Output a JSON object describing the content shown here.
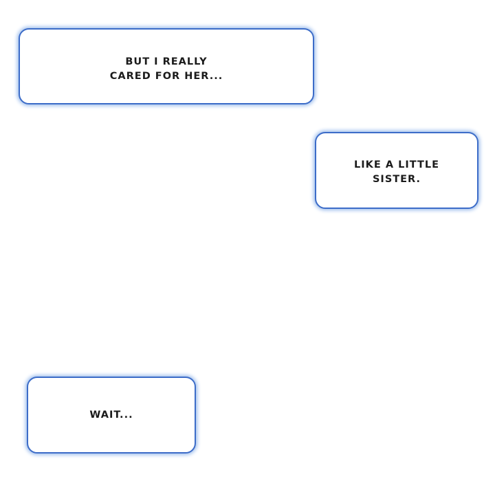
{
  "comic": {
    "bubbles": [
      {
        "name": "bubble-but-i-really-cared-for-her",
        "lines": [
          "BUT I REALLY",
          "CARED FOR HER..."
        ]
      },
      {
        "name": "bubble-like-a-little-sister",
        "lines": [
          "LIKE A LITTLE",
          "SISTER."
        ]
      },
      {
        "name": "bubble-wait",
        "lines": [
          "WAIT..."
        ]
      }
    ],
    "colors": {
      "bubble_border": "#3c6cc8",
      "bubble_glow": "#9dbdec",
      "bubble_fill": "#ffffff",
      "text": "#1b1b1b",
      "background": "#ffffff"
    }
  }
}
